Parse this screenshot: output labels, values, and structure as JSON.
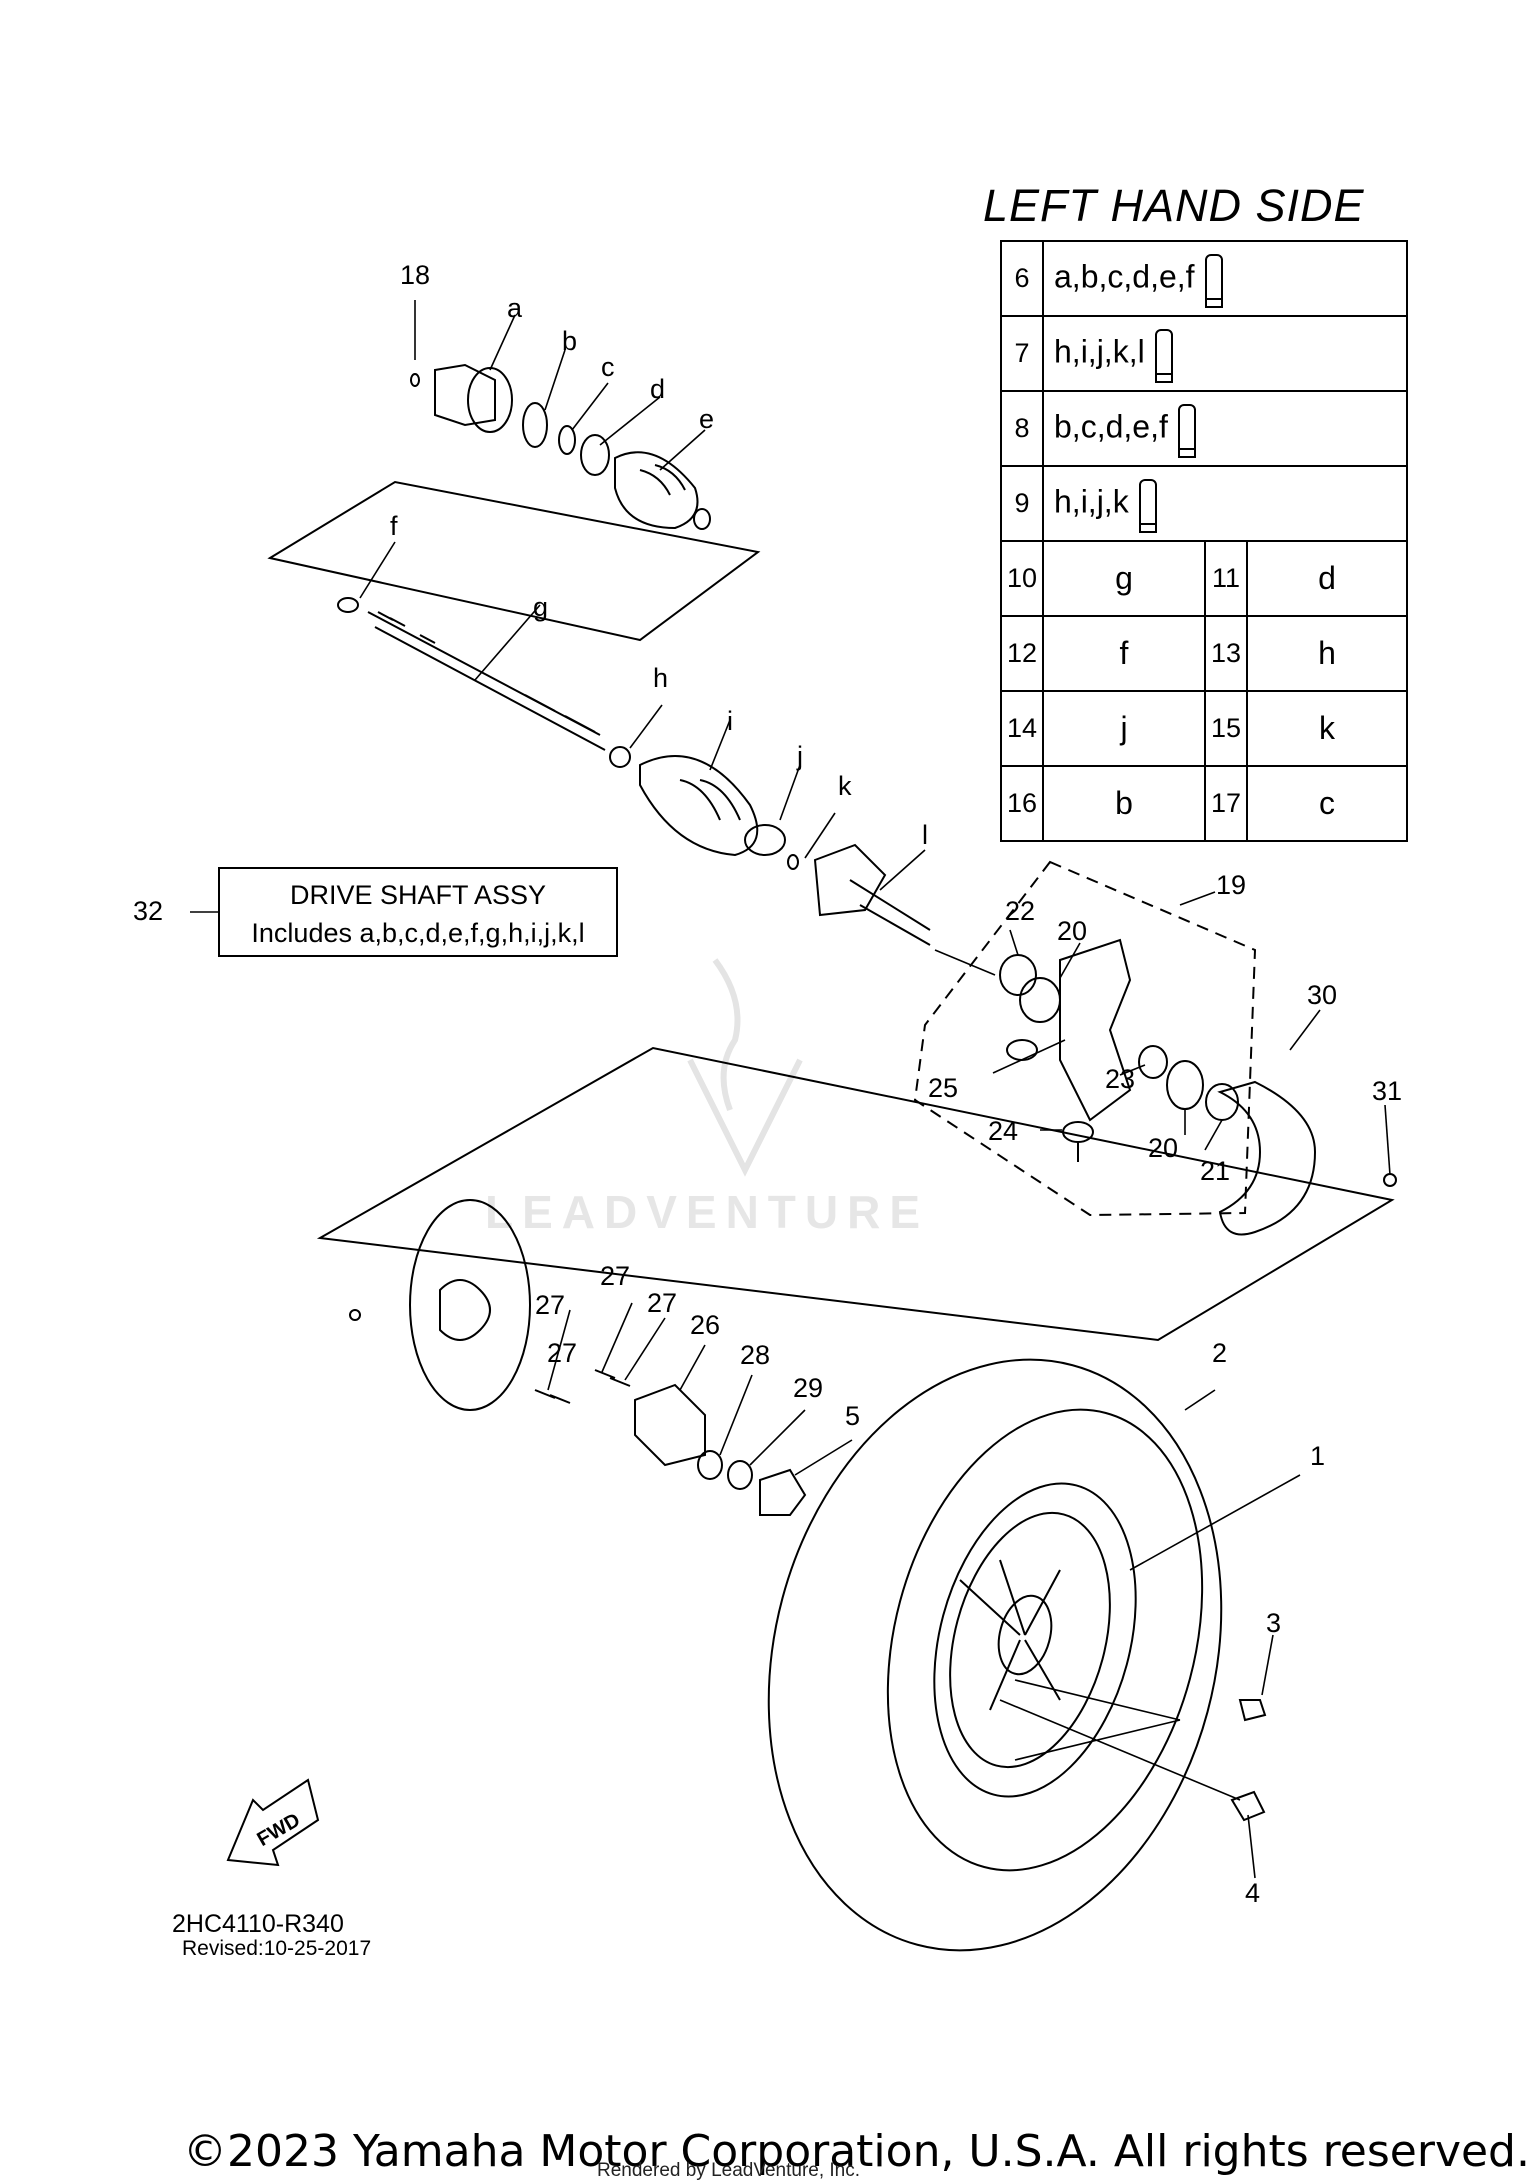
{
  "title": "LEFT HAND SIDE",
  "ref_table": {
    "rows_full": [
      {
        "num": "6",
        "value": "a,b,c,d,e,f",
        "icon": "grease-tube-icon"
      },
      {
        "num": "7",
        "value": "h,i,j,k,l",
        "icon": "grease-tube-icon"
      },
      {
        "num": "8",
        "value": "b,c,d,e,f",
        "icon": "grease-tube-icon"
      },
      {
        "num": "9",
        "value": "h,i,j,k",
        "icon": "grease-tube-icon"
      }
    ],
    "rows_pair": [
      {
        "num1": "10",
        "val1": "g",
        "num2": "11",
        "val2": "d"
      },
      {
        "num1": "12",
        "val1": "f",
        "num2": "13",
        "val2": "h"
      },
      {
        "num1": "14",
        "val1": "j",
        "num2": "15",
        "val2": "k"
      },
      {
        "num1": "16",
        "val1": "b",
        "num2": "17",
        "val2": "c"
      }
    ]
  },
  "assy_box": {
    "callout": "32",
    "line1": "DRIVE SHAFT ASSY",
    "line2": "Includes a,b,c,d,e,f,g,h,i,j,k,l"
  },
  "callouts": {
    "n18": "18",
    "a": "a",
    "b": "b",
    "c": "c",
    "d": "d",
    "e": "e",
    "f": "f",
    "g": "g",
    "h": "h",
    "i": "i",
    "j": "j",
    "k": "k",
    "l": "l",
    "n19": "19",
    "n22": "22",
    "n20a": "20",
    "n30": "30",
    "n25": "25",
    "n23": "23",
    "n24": "24",
    "n20b": "20",
    "n31": "31",
    "n21": "21",
    "n27a": "27",
    "n27b": "27",
    "n27c": "27",
    "n27d": "27",
    "n26": "26",
    "n28": "28",
    "n29": "29",
    "n5": "5",
    "n2": "2",
    "n1": "1",
    "n3": "3",
    "n4": "4"
  },
  "fwd_label": "FWD",
  "diagram_code": "2HC4110-R340",
  "revised": "Revised:10-25-2017",
  "copyright": "©2023 Yamaha Motor Corporation, U.S.A. All rights reserved.",
  "rendered_by": "Rendered by LeadVenture, Inc.",
  "watermark": "LEADVENTURE"
}
